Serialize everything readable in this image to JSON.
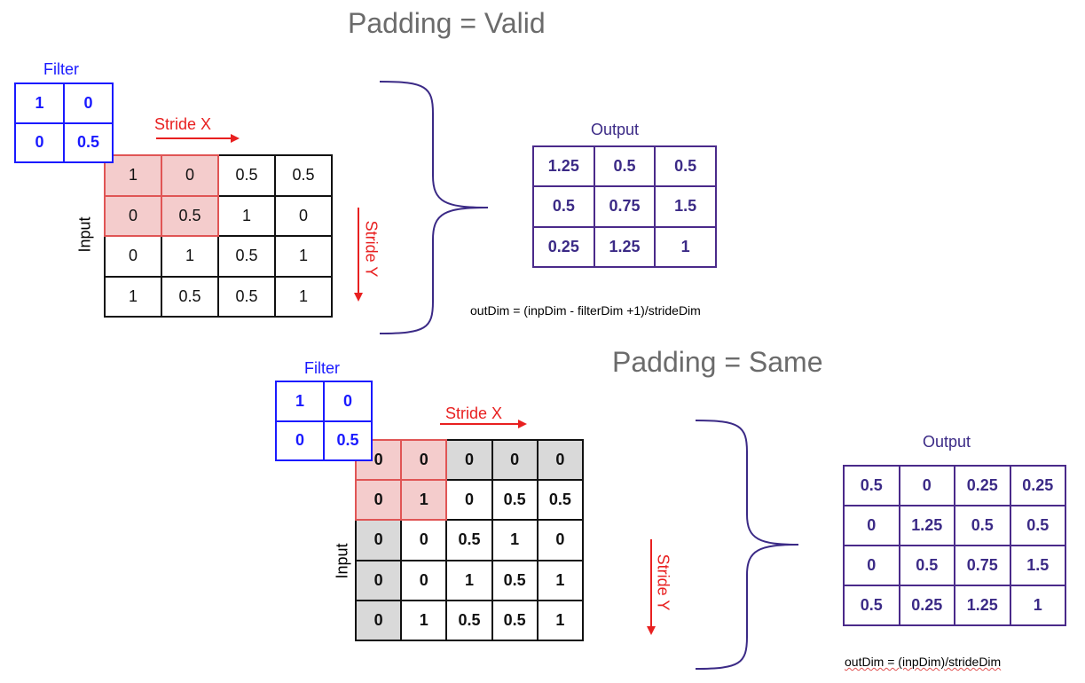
{
  "valid": {
    "title": "Padding = Valid",
    "filter_label": "Filter",
    "filter": [
      [
        "1",
        "0"
      ],
      [
        "0",
        "0.5"
      ]
    ],
    "stride_x": "Stride X",
    "stride_y": "Stride Y",
    "input_label": "Input",
    "input": [
      [
        "1",
        "0",
        "0.5",
        "0.5"
      ],
      [
        "0",
        "0.5",
        "1",
        "0"
      ],
      [
        "0",
        "1",
        "0.5",
        "1"
      ],
      [
        "1",
        "0.5",
        "0.5",
        "1"
      ]
    ],
    "output_label": "Output",
    "output": [
      [
        "1.25",
        "0.5",
        "0.5"
      ],
      [
        "0.5",
        "0.75",
        "1.5"
      ],
      [
        "0.25",
        "1.25",
        "1"
      ]
    ],
    "formula": "outDim = (inpDim - filterDim +1)/strideDim"
  },
  "same": {
    "title": "Padding = Same",
    "filter_label": "Filter",
    "filter": [
      [
        "1",
        "0"
      ],
      [
        "0",
        "0.5"
      ]
    ],
    "stride_x": "Stride X",
    "stride_y": "Stride Y",
    "input_label": "Input",
    "input": [
      [
        "0",
        "0",
        "0",
        "0",
        "0"
      ],
      [
        "0",
        "1",
        "0",
        "0.5",
        "0.5"
      ],
      [
        "0",
        "0",
        "0.5",
        "1",
        "0"
      ],
      [
        "0",
        "0",
        "1",
        "0.5",
        "1"
      ],
      [
        "0",
        "1",
        "0.5",
        "0.5",
        "1"
      ]
    ],
    "output_label": "Output",
    "output": [
      [
        "0.5",
        "0",
        "0.25",
        "0.25"
      ],
      [
        "0",
        "1.25",
        "0.5",
        "0.5"
      ],
      [
        "0",
        "0.5",
        "0.75",
        "1.5"
      ],
      [
        "0.5",
        "0.25",
        "1.25",
        "1"
      ]
    ],
    "formula": "outDim = (inpDim)/strideDim"
  },
  "colors": {
    "filter": "#1a1aff",
    "stride": "#e82020",
    "output": "#3b2a86",
    "highlight": "#f4cccc",
    "padding": "#d9d9d9"
  }
}
